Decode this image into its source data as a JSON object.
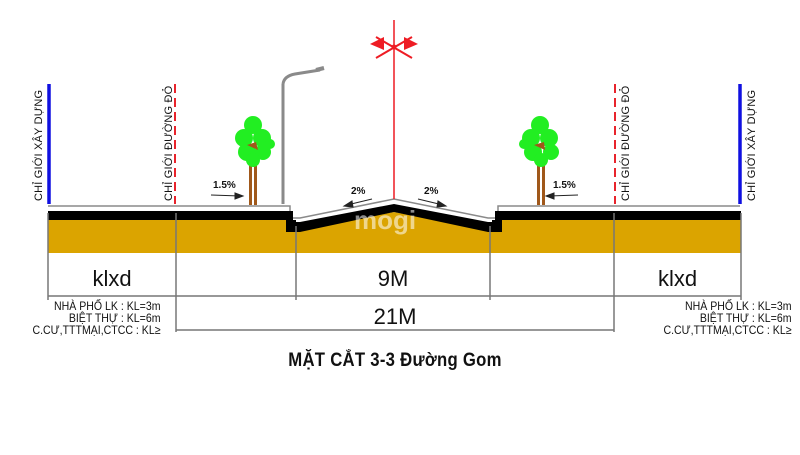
{
  "diagram": {
    "title": "MẶT CẮT 3-3 Đường Gom",
    "watermark": "mogi",
    "boundary_labels": {
      "building_line_left": "CHỈ GIỚI XÂY DỰNG",
      "red_line_left": "CHỈ GIỚI ĐƯỜNG ĐỎ",
      "red_line_right": "CHỈ GIỚI ĐƯỜNG ĐỎ",
      "building_line_right": "CHỈ GIỚI XÂY DỰNG"
    },
    "slopes": {
      "sidewalk_left": "1.5%",
      "road_left": "2%",
      "road_right": "2%",
      "sidewalk_right": "1.5%"
    },
    "dimensions": {
      "setback_left": "klxd",
      "carriageway": "9M",
      "setback_right": "klxd",
      "total_row": "21M"
    },
    "setback_notes_left": [
      "NHÀ PHỐ LK : KL=3m",
      "BIỆT THỰ : KL=6m",
      "C.CƯ,TTTMẠI,CTCC : KL≥"
    ],
    "setback_notes_right": [
      "NHÀ PHỐ LK : KL=3m",
      "BIỆT THỰ : KL=6m",
      "C.CƯ,TTTMẠI,CTCC : KL≥"
    ],
    "colors": {
      "building_line": "#1010e0",
      "red_line": "#e8242c",
      "subgrade": "#dba400",
      "pavement": "#000000",
      "tree_foliage": "#22ee22",
      "tree_trunk": "#a0581a",
      "centerline": "#ee1c24",
      "dimension_line": "#777777"
    }
  }
}
